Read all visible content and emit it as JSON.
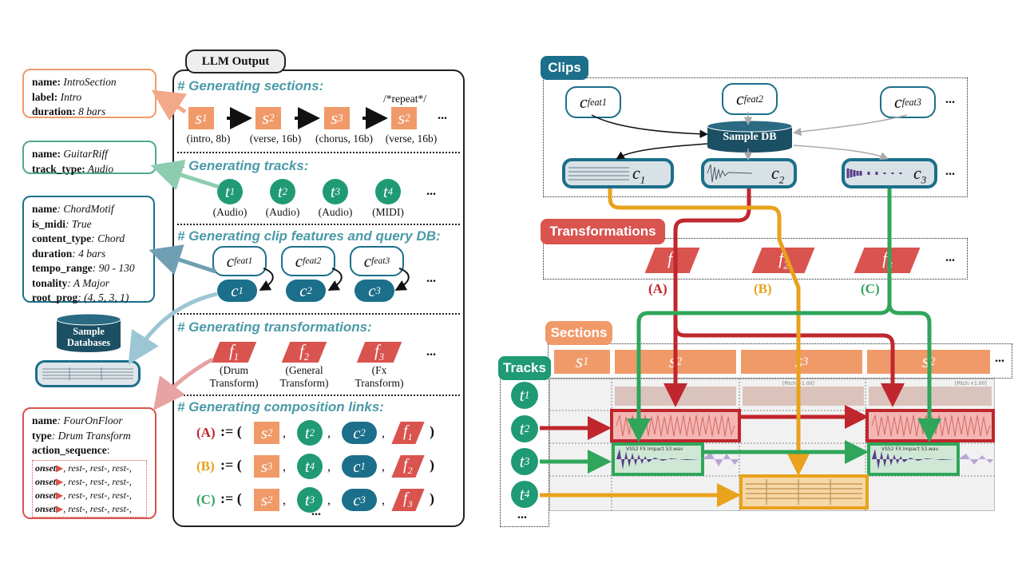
{
  "left": {
    "llm_title": "LLM Output",
    "sections": {
      "header": "# Generating sections:",
      "items": [
        {
          "sym": "s",
          "sub": "1",
          "label": "(intro, 8b)"
        },
        {
          "sym": "s",
          "sub": "2",
          "label": "(verse, 16b)"
        },
        {
          "sym": "s",
          "sub": "3",
          "label": "(chorus, 16b)"
        },
        {
          "sym": "s",
          "sub": "2",
          "label": "(verse, 16b)"
        }
      ],
      "repeat_note": "/*repeat*/",
      "ellipsis": "..."
    },
    "tracks": {
      "header": "# Generating tracks:",
      "items": [
        {
          "sym": "t",
          "sub": "1",
          "label": "(Audio)"
        },
        {
          "sym": "t",
          "sub": "2",
          "label": "(Audio)"
        },
        {
          "sym": "t",
          "sub": "3",
          "label": "(Audio)"
        },
        {
          "sym": "t",
          "sub": "4",
          "label": "(MIDI)"
        }
      ],
      "ellipsis": "..."
    },
    "clips": {
      "header": "# Generating clip features and query DB:",
      "items": [
        {
          "feat_sym": "c",
          "feat_sup": "feat",
          "sub": "1",
          "clip_sym": "c"
        },
        {
          "feat_sym": "c",
          "feat_sup": "feat",
          "sub": "2",
          "clip_sym": "c"
        },
        {
          "feat_sym": "c",
          "feat_sup": "feat",
          "sub": "3",
          "clip_sym": "c"
        }
      ],
      "ellipsis": "..."
    },
    "transforms": {
      "header": "# Generating transformations:",
      "items": [
        {
          "sym": "f",
          "sub": "1",
          "label_l1": "(Drum",
          "label_l2": "Transform)"
        },
        {
          "sym": "f",
          "sub": "2",
          "label_l1": "(General",
          "label_l2": "Transform)"
        },
        {
          "sym": "f",
          "sub": "3",
          "label_l1": "(Fx",
          "label_l2": "Transform)"
        }
      ],
      "ellipsis": "..."
    },
    "links": {
      "header": "# Generating composition links:",
      "rows": [
        {
          "name": "(A)",
          "color": "#c0262d",
          "s": "2",
          "t": "2",
          "c": "2",
          "f": "1"
        },
        {
          "name": "(B)",
          "color": "#e8a21c",
          "s": "3",
          "t": "4",
          "c": "1",
          "f": "2"
        },
        {
          "name": "(C)",
          "color": "#2fa65a",
          "s": "2",
          "t": "3",
          "c": "3",
          "f": "3"
        }
      ],
      "assign": ":= (",
      "comma": ",",
      "close": ")",
      "ellipsis": "..."
    },
    "intro_box": [
      {
        "k": "name:",
        "v": "IntroSection"
      },
      {
        "k": "label:",
        "v": "Intro"
      },
      {
        "k": "duration:",
        "v": "8 bars"
      }
    ],
    "guitar_box": [
      {
        "k": "name:",
        "v": "GuitarRiff"
      },
      {
        "k": "track_type:",
        "v": "Audio"
      }
    ],
    "chord_box": [
      {
        "k": "name",
        "v": ": ChordMotif"
      },
      {
        "k": "is_midi",
        "v": ": True"
      },
      {
        "k": "content_type",
        "v": ": Chord"
      },
      {
        "k": "duration",
        "v": ": 4 bars"
      },
      {
        "k": "tempo_range",
        "v": ": 90 - 130"
      },
      {
        "k": "tonality",
        "v": ": A Major"
      },
      {
        "k": "root_prog",
        "v": ": (4, 5, 3, 1)"
      }
    ],
    "sample_db": {
      "line1": "Sample",
      "line2": "Databases"
    },
    "drum_box": {
      "name_k": "name",
      "name_v": ": FourOnFloor",
      "type_k": "type",
      "type_v": ": Drum Transform",
      "action_k": "action_sequence",
      "action_colon": ":",
      "onset": "onset",
      "rest_seq": ", rest-, rest-, rest-,"
    }
  },
  "right": {
    "clips_tag": "Clips",
    "transformations_tag": "Transformations",
    "sections_tag": "Sections",
    "tracks_tag": "Tracks",
    "sample_db": "Sample DB",
    "ellipsis": "...",
    "link_labels": [
      "(A)",
      "(B)",
      "(C)"
    ],
    "sections_row": [
      {
        "sym": "s",
        "sub": "1"
      },
      {
        "sym": "s",
        "sub": "2"
      },
      {
        "sym": "s",
        "sub": "3"
      },
      {
        "sym": "s",
        "sub": "2"
      }
    ],
    "track_rows": [
      {
        "sym": "t",
        "sub": "1"
      },
      {
        "sym": "t",
        "sub": "2"
      },
      {
        "sym": "t",
        "sub": "3"
      },
      {
        "sym": "t",
        "sub": "4"
      }
    ],
    "clip_text": "[Pitch:+1.00]",
    "fx_text": "VS52 FX Impact 53.wav"
  },
  "colors": {
    "section": "#f09a6a",
    "track": "#1f9a74",
    "clip": "#1b6f8a",
    "transform": "#d9534f",
    "header_teal": "#4a9aa8",
    "link_a": "#c0262d",
    "link_b": "#e8a21c",
    "link_c": "#2fa65a"
  }
}
